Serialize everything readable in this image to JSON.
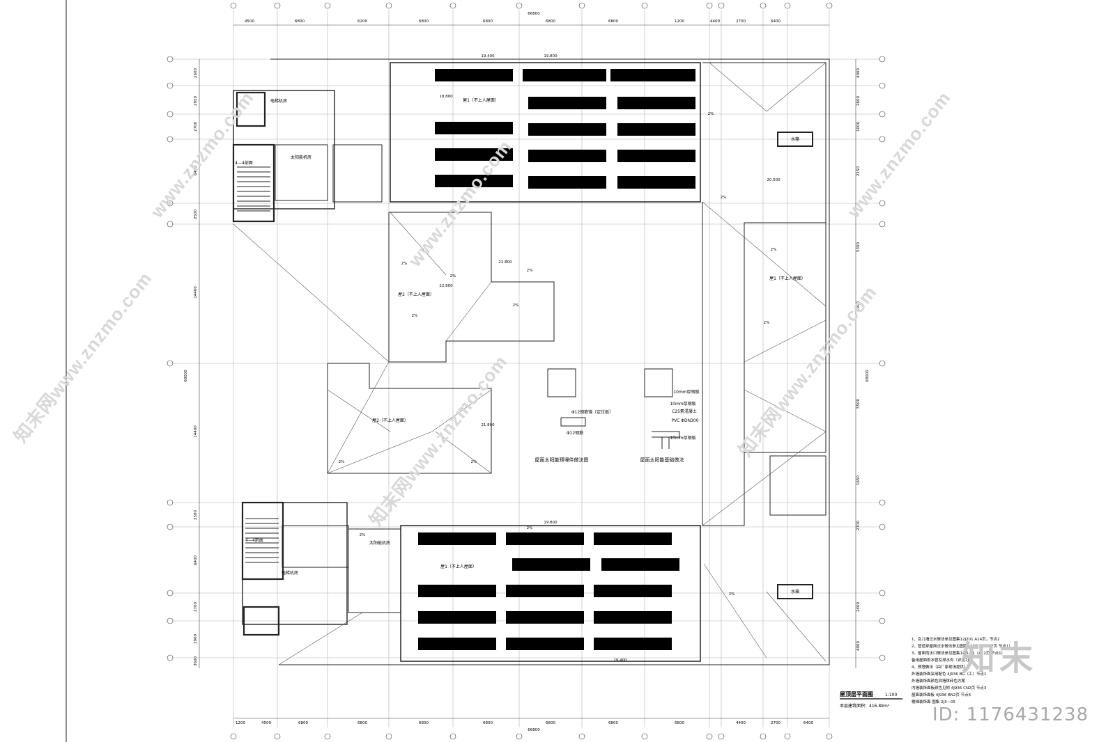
{
  "drawing": {
    "title": "屋顶层平面图",
    "scale": "1:100",
    "area_label": "本层建筑面积：416.89m²",
    "total_dim": "66800",
    "top_dims": [
      "4500",
      "6800",
      "6200",
      "6800",
      "6800",
      "6800",
      "6800",
      "1200",
      "4400",
      "2700",
      "6400"
    ],
    "bottom_dims": [
      "1200",
      "4500",
      "6800",
      "6800",
      "6800",
      "6800",
      "6800",
      "6800",
      "6800",
      "4400",
      "2700",
      "6400"
    ],
    "left_dims": [
      "2600",
      "2950",
      "2700",
      "6400",
      "2500",
      "14400",
      "14400",
      "2500",
      "6400",
      "2700",
      "2900",
      "3600"
    ],
    "right_dims": [
      "4000",
      "2600",
      "1000",
      "2150",
      "5300",
      "6900",
      "5500",
      "1650",
      "2700",
      "2400",
      "4000"
    ],
    "left_total": "68000",
    "right_total": "68000"
  },
  "labels": {
    "elevator_room": "电梯机房",
    "solar_room": "太阳能机房",
    "stair_sections": [
      "4—4剖面",
      "4—4剖面"
    ],
    "roof1": "屋1（不上人屋面）",
    "roof2": "屋2（不上人屋面）",
    "water_tank": "水箱",
    "detail_section_1": "屋面太阳能预埋件做法图",
    "detail_section_2": "屋面太阳能基础做法",
    "detail_notes": [
      "10mm厚钢板",
      "10mm厚钢板",
      "C25素混凝土",
      "PVC ΦDN300",
      "10mm厚钢板",
      "Φ12钢筋锚（定位板）",
      "Φ12钢筋"
    ],
    "slope": "2%",
    "elevations": [
      "19.400",
      "19.800",
      "18.800",
      "20.500",
      "21.800",
      "22.800",
      "21.800",
      "19.800",
      "19.400"
    ]
  },
  "notes": {
    "lines": [
      "1、女儿墙泛水做法参见图集12J201 A14页，节点2",
      "2、管道穿屋面泛水做法参见图集12J201 （A17页 节点1）",
      "3、屋面雨水口做法参见图集12J5—1（A12页 节点1）",
      "备用屋面雨水管及排水沟（详见2J5）",
      "4、预埋做法（由厂家现场提供）",
      "外墙装饰面采用配色 4J936 BG（工）节点1",
      "外墙装饰面颜色同墙体砖色方案",
      "内墙装饰面板颜色见附 4J936 CN2页 节点3",
      "屋面装饰面板 4J936 BN2页 节点5",
      "楼梯装饰面 图集 2J3—05"
    ]
  },
  "watermarks": [
    "www.znzmo.com",
    "知末网www.znzmo.com",
    "www.znzmo.com",
    "知末网www.znzmo.com",
    "知末网www.znzmo.com",
    "www.znzmo.com"
  ],
  "brand": {
    "logo": "知末",
    "id": "ID: 1176431238"
  }
}
